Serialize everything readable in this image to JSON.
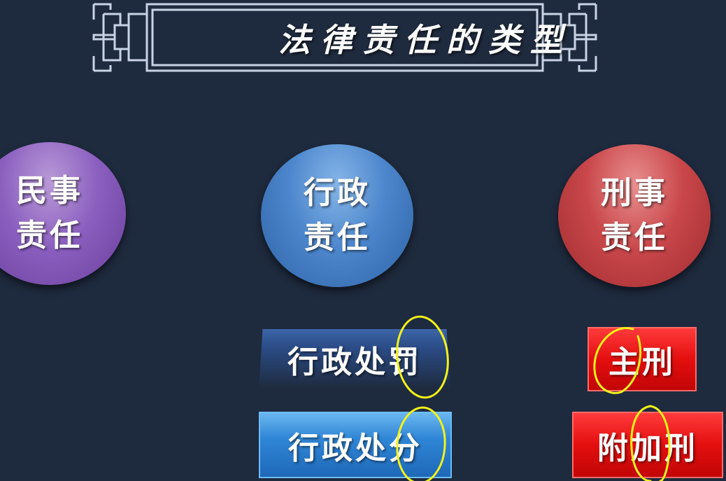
{
  "title": "法律责任的类型",
  "categories": {
    "civil": {
      "line1": "民事",
      "line2": "责任",
      "color": "#8b5fbf"
    },
    "administrative": {
      "line1": "行政",
      "line2": "责任",
      "color": "#4c86cc"
    },
    "criminal": {
      "line1": "刑事",
      "line2": "责任",
      "color": "#c9474a"
    }
  },
  "administrative_types": {
    "penalty": "行政处罚",
    "sanction": "行政处分"
  },
  "criminal_types": {
    "principal": "主刑",
    "supplementary": "附加刑"
  },
  "colors": {
    "background": "#1e2a3d",
    "annotation": "#f2f21a",
    "frame": "#c9d3e6"
  }
}
